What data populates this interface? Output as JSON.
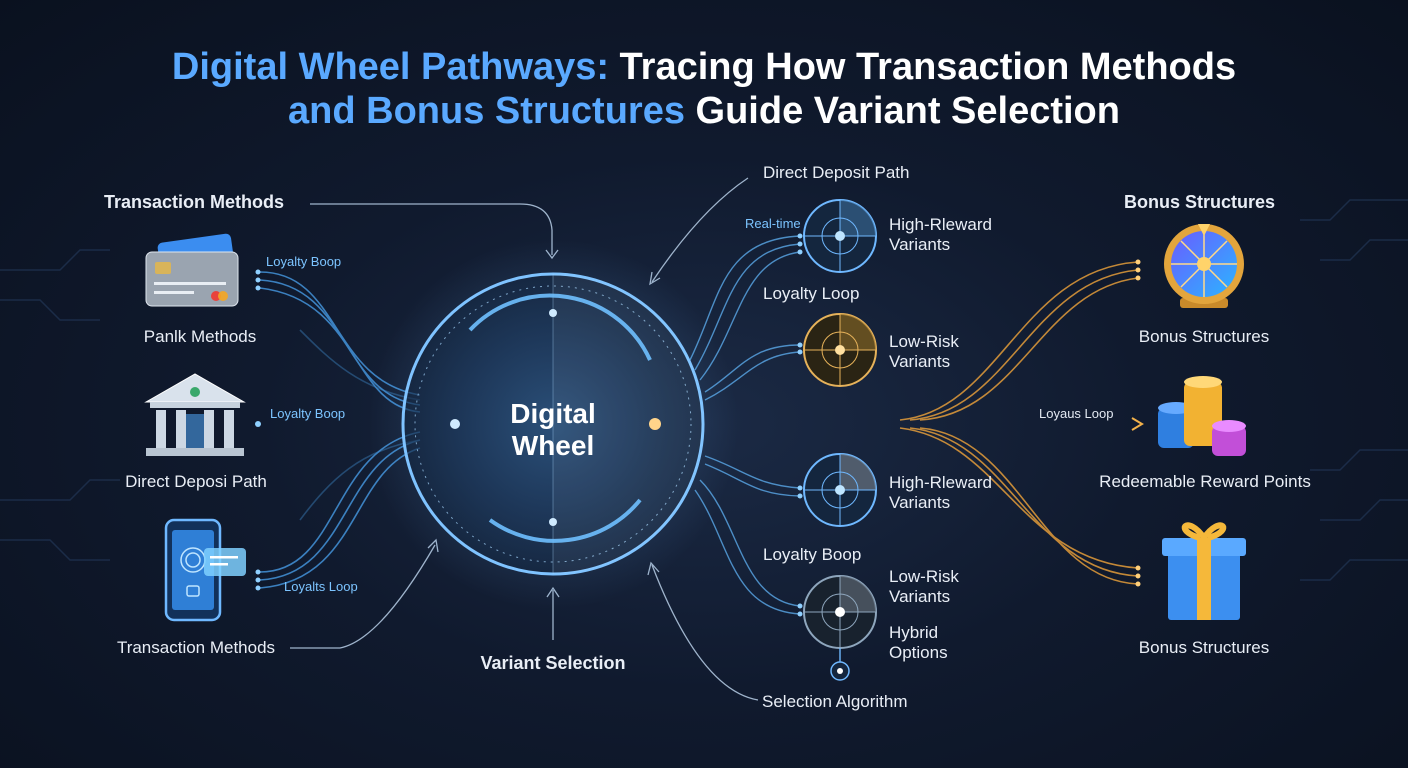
{
  "title": {
    "line1_highlight": "Digital Wheel Pathways:",
    "line1_rest": " Tracing How Transaction Methods",
    "line2_highlight": "and Bonus Structures",
    "line2_rest": " Guide Variant Selection"
  },
  "hub": {
    "line1": "Digital",
    "line2": "Wheel"
  },
  "left": {
    "heading": "Transaction Methods",
    "items": [
      {
        "icon": "credit-card-icon",
        "label": "Panlk Methods",
        "tag": "Loyalty Boop"
      },
      {
        "icon": "bank-icon",
        "label": "Direct Deposi Path",
        "tag": "Loyalty Boop"
      },
      {
        "icon": "smartphone-icon",
        "label": "Transaction Methods",
        "tag": "Loyalts Loop"
      }
    ]
  },
  "bottom_label": "Variant Selection",
  "middle": {
    "top_label": "Direct Deposit Path",
    "realtime_tag": "Real-time",
    "loop_label_1": "Loyalty Loop",
    "loop_label_2": "Loyalty Boop",
    "variants": [
      {
        "line1": "High-Rleward",
        "line2": "Variants"
      },
      {
        "line1": "Low-Risk",
        "line2": "Variants"
      },
      {
        "line1": "High-Rleward",
        "line2": "Variants"
      },
      {
        "line1": "Low-Risk",
        "line2": "Variants"
      }
    ],
    "hybrid": {
      "line1": "Hybrid",
      "line2": "Options"
    },
    "algorithm_label": "Selection Algorithm"
  },
  "right": {
    "heading": "Bonus Structures",
    "center_tag": "Loyaus Loop",
    "items": [
      {
        "icon": "prize-wheel-icon",
        "label": "Bonus Structures"
      },
      {
        "icon": "coin-stack-icon",
        "label": "Redeemable Reward Points"
      },
      {
        "icon": "gift-box-icon",
        "label": "Bonus Structures"
      }
    ]
  },
  "colors": {
    "accent_blue": "#5aa9ff",
    "accent_gold": "#f2b14a",
    "background": "#0f1a2c"
  }
}
